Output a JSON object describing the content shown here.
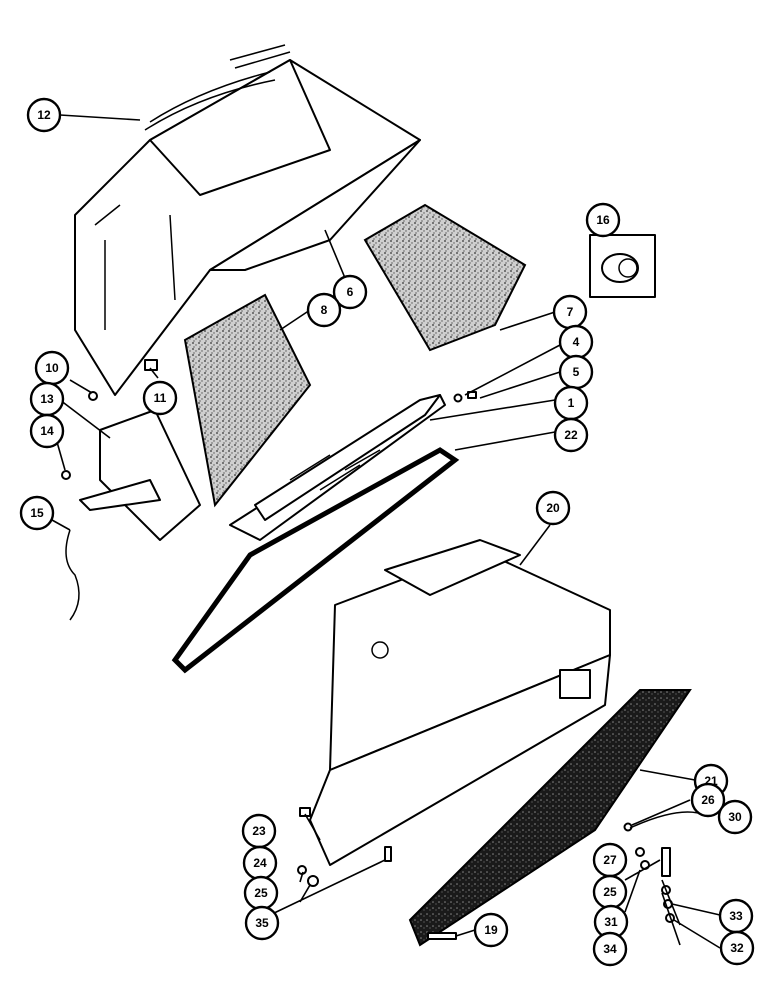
{
  "callouts": [
    {
      "id": "12",
      "label": "12"
    },
    {
      "id": "16",
      "label": "16"
    },
    {
      "id": "6",
      "label": "6"
    },
    {
      "id": "8",
      "label": "8"
    },
    {
      "id": "7",
      "label": "7"
    },
    {
      "id": "4",
      "label": "4"
    },
    {
      "id": "5",
      "label": "5"
    },
    {
      "id": "10",
      "label": "10"
    },
    {
      "id": "11",
      "label": "11"
    },
    {
      "id": "13",
      "label": "13"
    },
    {
      "id": "14",
      "label": "14"
    },
    {
      "id": "1",
      "label": "1"
    },
    {
      "id": "22",
      "label": "22"
    },
    {
      "id": "15",
      "label": "15"
    },
    {
      "id": "20",
      "label": "20"
    },
    {
      "id": "21",
      "label": "21"
    },
    {
      "id": "26",
      "label": "26"
    },
    {
      "id": "30",
      "label": "30"
    },
    {
      "id": "23",
      "label": "23"
    },
    {
      "id": "27",
      "label": "27"
    },
    {
      "id": "24",
      "label": "24"
    },
    {
      "id": "25a",
      "label": "25"
    },
    {
      "id": "25b",
      "label": "25"
    },
    {
      "id": "31",
      "label": "31"
    },
    {
      "id": "33",
      "label": "33"
    },
    {
      "id": "35",
      "label": "35"
    },
    {
      "id": "34",
      "label": "34"
    },
    {
      "id": "32",
      "label": "32"
    },
    {
      "id": "19",
      "label": "19"
    }
  ]
}
